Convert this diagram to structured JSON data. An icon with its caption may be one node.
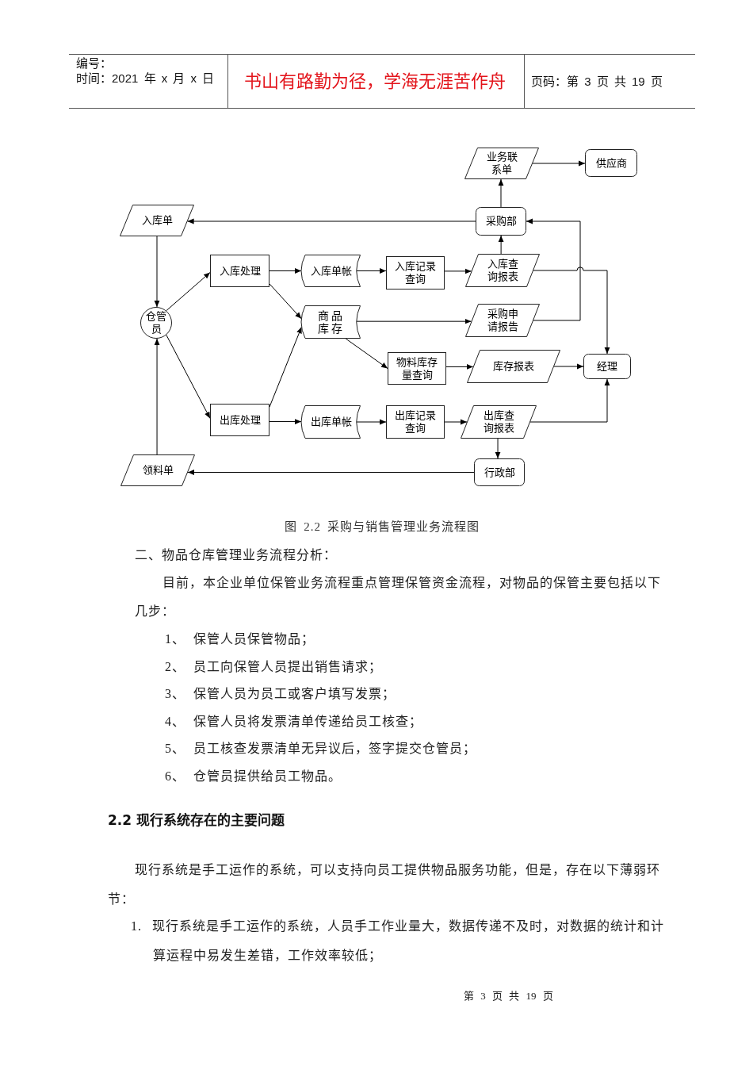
{
  "diagram": {
    "caption": "图 2.2 采购与销售管理业务流程图",
    "nodes": [
      {
        "text": [
          "业务联系单"
        ]
      },
      {
        "text": [
          "供应商"
        ]
      },
      {
        "text": [
          "入库单"
        ]
      },
      {
        "text": [
          "采购部"
        ]
      },
      {
        "text": [
          "入库处理"
        ]
      },
      {
        "text": [
          "入库单帐"
        ]
      },
      {
        "text": [
          "入库记录查询"
        ]
      },
      {
        "text": [
          "入库查询报表"
        ]
      },
      {
        "text": [
          "仓管员"
        ]
      },
      {
        "text": [
          "商品库存"
        ]
      },
      {
        "text": [
          "采购申请报告"
        ]
      },
      {
        "text": [
          "物料库存量查询"
        ]
      },
      {
        "text": [
          "库存报表"
        ]
      },
      {
        "text": [
          "经理"
        ]
      },
      {
        "text": [
          "出库处理"
        ]
      },
      {
        "text": [
          "出库单帐"
        ]
      },
      {
        "text": [
          "出库记录查询"
        ]
      },
      {
        "text": [
          "出库查询报表"
        ]
      },
      {
        "text": [
          "领料单"
        ]
      },
      {
        "text": [
          "行政部"
        ]
      }
    ],
    "edges": [
      {
        "from": 0,
        "to": 1,
        "arrow": "to"
      },
      {
        "from": 3,
        "to": 0,
        "arrow": "to"
      },
      {
        "from": 3,
        "to": 2,
        "arrow": "to"
      },
      {
        "from": 2,
        "to": 8,
        "arrow": "to"
      },
      {
        "from": 8,
        "to": 4,
        "arrow": "to"
      },
      {
        "from": 8,
        "to": 14,
        "arrow": "to"
      },
      {
        "from": 4,
        "to": 5,
        "arrow": "to"
      },
      {
        "from": 5,
        "to": 6,
        "arrow": "to"
      },
      {
        "from": 6,
        "to": 7,
        "arrow": "to"
      },
      {
        "from": 7,
        "to": 3,
        "arrow": "to"
      },
      {
        "from": 7,
        "to": 13,
        "arrow": "to"
      },
      {
        "from": 4,
        "to": 9,
        "arrow": "to"
      },
      {
        "from": 14,
        "to": 9,
        "arrow": "to"
      },
      {
        "from": 9,
        "to": 10,
        "arrow": "to"
      },
      {
        "from": 10,
        "to": 3,
        "arrow": "to"
      },
      {
        "from": 9,
        "to": 11,
        "arrow": "to"
      },
      {
        "from": 11,
        "to": 12,
        "arrow": "to"
      },
      {
        "from": 12,
        "to": 13,
        "arrow": "to"
      },
      {
        "from": 14,
        "to": 15,
        "arrow": "to"
      },
      {
        "from": 15,
        "to": 16,
        "arrow": "to"
      },
      {
        "from": 16,
        "to": 17,
        "arrow": "to"
      },
      {
        "from": 17,
        "to": 13,
        "arrow": "to"
      },
      {
        "from": 17,
        "to": 19,
        "arrow": "to"
      },
      {
        "from": 19,
        "to": 18,
        "arrow": "to"
      },
      {
        "from": 18,
        "to": 8,
        "arrow": "to"
      }
    ],
    "labels": [
      "编号：",
      "时间：2021 年 x 月 x 日",
      "书山有路勤为径，学海无涯苦作舟",
      "页码：第 3 页 共 19 页",
      "二、物品仓库管理业务流程分析：",
      "目前，本企业单位保管业务流程重点管理保管资金流程，对物品的保管主要包括以下几步：",
      "1、 保管人员保管物品；",
      "2、 员工向保管人员提出销售请求；",
      "3、 保管人员为员工或客户填写发票；",
      "4、 保管人员将发票清单传递给员工核查；",
      "5、 员工核查发票清单无异议后，签字提交仓管员；",
      "6、 仓管员提供给员工物品。",
      "2.2 现行系统存在的主要问题",
      "现行系统是手工运作的系统，可以支持向员工提供物品服务功能，但是，存在以下薄弱环节：",
      "1. 现行系统是手工运作的系统，人员手工作业量大，数据传递不及时，对数据的统计和计算运程中易发生差错，工作效率较低；",
      "第 3 页 共 19 页"
    ]
  }
}
